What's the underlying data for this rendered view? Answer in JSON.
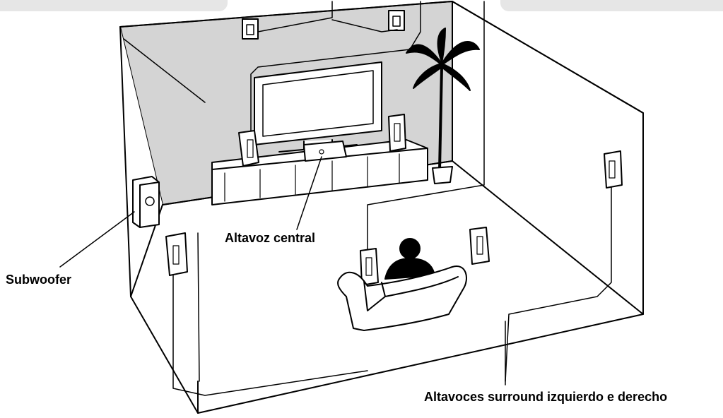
{
  "labels": {
    "center_speaker": "Altavoz central",
    "subwoofer": "Subwoofer",
    "surround_speakers": "Altavoces surround izquierdo e derecho"
  },
  "colors": {
    "line": "#000000",
    "back_wall": "#d4d4d4",
    "background": "#ffffff",
    "top_banner": "#e6e6e6"
  },
  "icons": {
    "center_speaker": "speaker-icon",
    "subwoofer": "subwoofer-icon",
    "plant": "palm-plant-icon",
    "tv": "tv-icon",
    "listener": "person-icon"
  }
}
